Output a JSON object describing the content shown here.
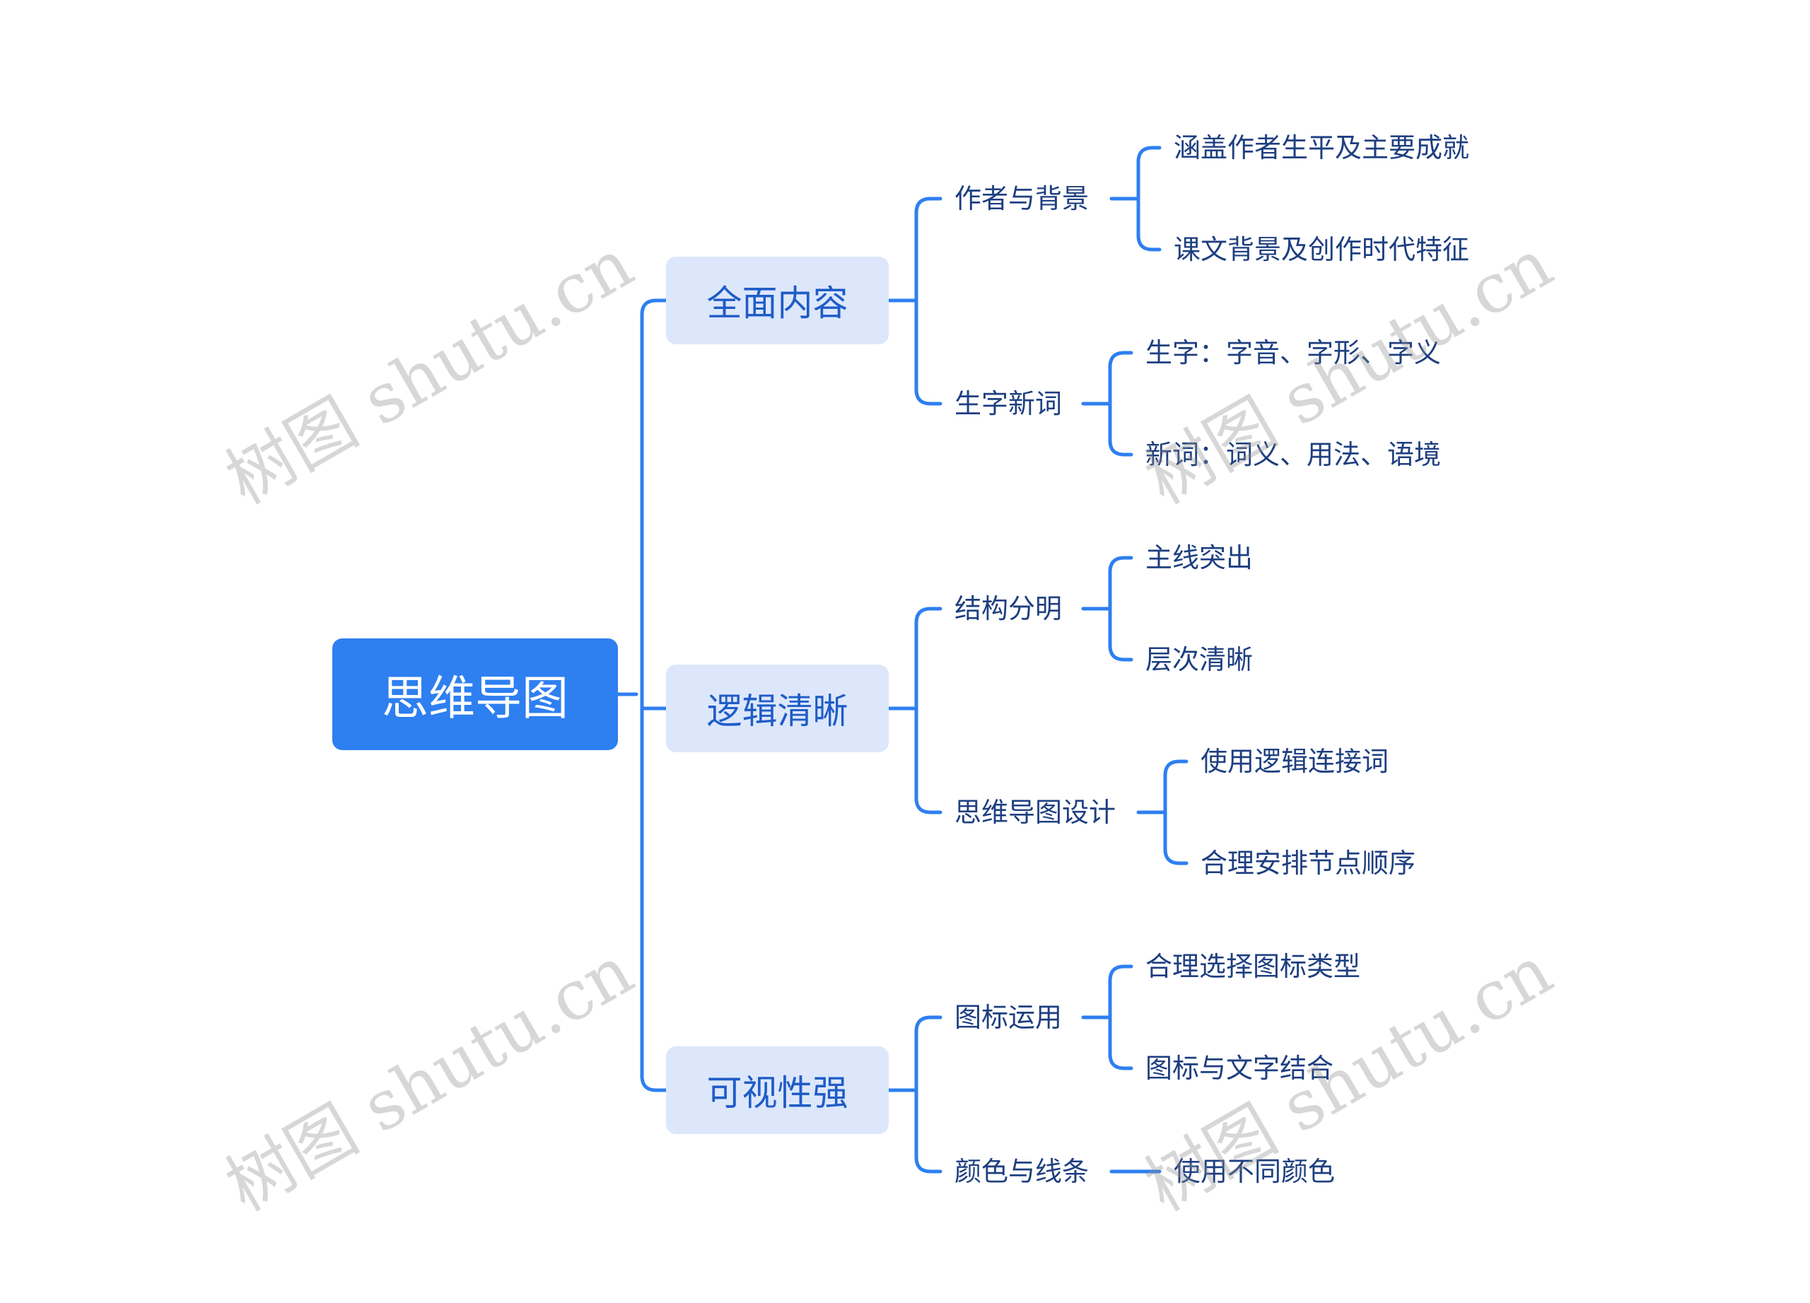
{
  "mindmap": {
    "root": "思维导图",
    "branches": [
      {
        "label": "全面内容",
        "children": [
          {
            "label": "作者与背景",
            "children": [
              "涵盖作者生平及主要成就",
              "课文背景及创作时代特征"
            ]
          },
          {
            "label": "生字新词",
            "children": [
              "生字：字音、字形、字义",
              "新词：词义、用法、语境"
            ]
          }
        ]
      },
      {
        "label": "逻辑清晰",
        "children": [
          {
            "label": "结构分明",
            "children": [
              "主线突出",
              "层次清晰"
            ]
          },
          {
            "label": "思维导图设计",
            "children": [
              "使用逻辑连接词",
              "合理安排节点顺序"
            ]
          }
        ]
      },
      {
        "label": "可视性强",
        "children": [
          {
            "label": "图标运用",
            "children": [
              "合理选择图标类型",
              "图标与文字结合"
            ]
          },
          {
            "label": "颜色与线条",
            "children": [
              "使用不同颜色"
            ]
          }
        ]
      }
    ]
  },
  "watermark": "树图 shutu.cn",
  "colors": {
    "root_fill": "#2e7ff0",
    "branch_fill": "#dde7fb",
    "branch_text": "#1f5cc7",
    "leaf_text": "#1e3f80",
    "connector": "#2e7ff0"
  }
}
